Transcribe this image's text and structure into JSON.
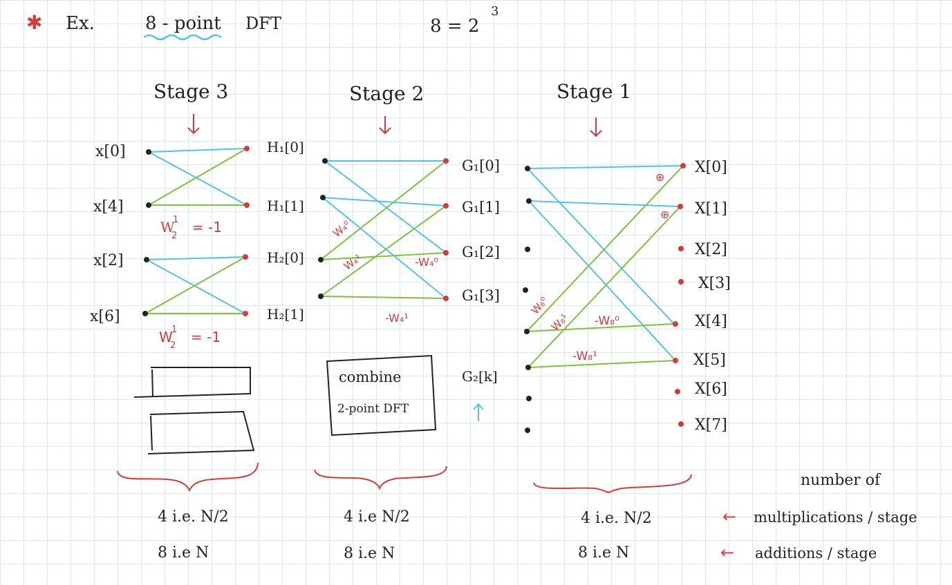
{
  "header": {
    "star": "✱",
    "ex": "Ex.",
    "title": "8 - point",
    "dft": "DFT",
    "eq_lhs": "8 = 2",
    "eq_exp": "3"
  },
  "stages": {
    "s3": "Stage 3",
    "s2": "Stage 2",
    "s1": "Stage 1"
  },
  "stage3": {
    "inputs": [
      "x[0]",
      "x[4]",
      "x[2]",
      "x[6]"
    ],
    "twiddle_w": "W",
    "twiddle_sub": "2",
    "twiddle_sup": "1",
    "twiddle_eq": "= -1"
  },
  "stage2": {
    "inputs": [
      "H₁[0]",
      "H₁[1]",
      "H₂[0]",
      "H₂[1]"
    ],
    "outputs": [
      "G₁[0]",
      "G₁[1]",
      "G₁[2]",
      "G₁[3]"
    ],
    "tw_w40": "W₄⁰",
    "tw_w41": "W₄¹",
    "tw_neg_w40": "-W₄⁰",
    "tw_neg_w41": "-W₄¹",
    "g2": "G₂[k]",
    "combine1": "combine",
    "combine2": "2-point DFT"
  },
  "stage1": {
    "outputs": [
      "X[0]",
      "X[1]",
      "X[2]",
      "X[3]",
      "X[4]",
      "X[5]",
      "X[6]",
      "X[7]"
    ],
    "plus": "⊕",
    "tw_w80": "W₈⁰",
    "tw_w81": "W₈¹",
    "tw_neg_w80": "-W₈⁰",
    "tw_neg_w81": "-W₈¹"
  },
  "counts": {
    "s3_mult": "4  i.e. N/2",
    "s3_add": "8  i.e  N",
    "s2_mult": "4  i.e N/2",
    "s2_add": "8  i.e  N",
    "s1_mult": "4  i.e. N/2",
    "s1_add": "8  i.e  N",
    "number_of": "number of",
    "mult_label": "multiplications / stage",
    "add_label": "additions / stage",
    "arrow": "←"
  },
  "colors": {
    "blue_line": "#4fc3e8",
    "green_line": "#7cc23a",
    "red": "#d83a3a",
    "black": "#222222"
  }
}
